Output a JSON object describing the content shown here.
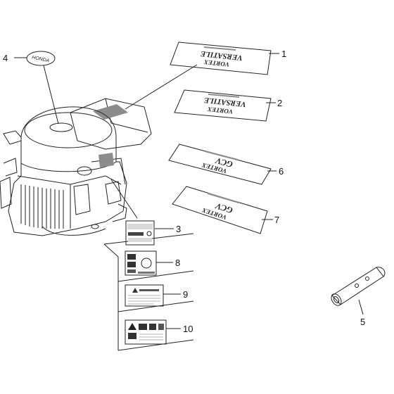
{
  "diagram": {
    "callouts": {
      "c1": "1",
      "c2": "2",
      "c3": "3",
      "c4": "4",
      "c5": "5",
      "c6": "6",
      "c7": "7",
      "c8": "8",
      "c9": "9",
      "c10": "10"
    },
    "decal_texts": {
      "emblem": "HONDA",
      "decal_1": "VERSATILE",
      "decal_1_sub": "VORTEX",
      "decal_2": "VERSATILE",
      "decal_2_sub": "VORTEX",
      "decal_6": "GCV",
      "decal_6_sub": "VORTEX",
      "decal_7": "GCV",
      "decal_7_sub": "VORTEX"
    }
  }
}
